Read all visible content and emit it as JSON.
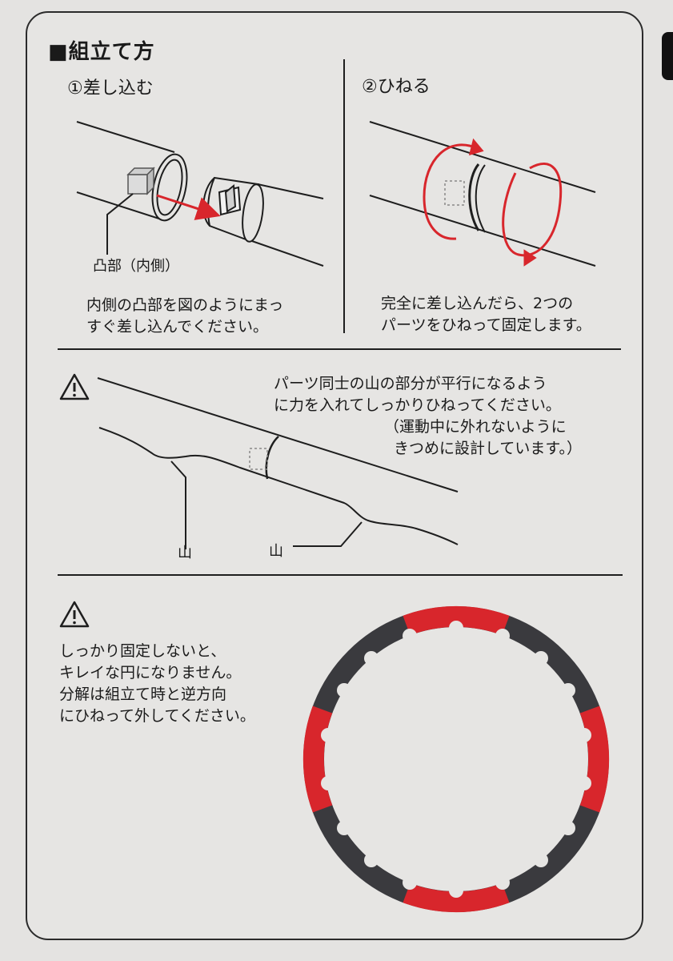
{
  "title": "■組立て方",
  "step1": {
    "heading": "①差し込む",
    "label": "凸部（内側）",
    "desc": [
      "内側の凸部を図のようにまっ",
      "すぐ差し込んでください。"
    ]
  },
  "step2": {
    "heading": "②ひねる",
    "desc": [
      "完全に差し込んだら、2つの",
      "パーツをひねって固定します。"
    ]
  },
  "caution1": {
    "text": [
      "パーツ同士の山の部分が平行になるよう",
      "に力を入れてしっかりひねってください。",
      "（運動中に外れないように",
      "きつめに設計しています。）"
    ],
    "mountain_label_left": "山",
    "mountain_label_right": "山"
  },
  "caution2": {
    "text": [
      "しっかり固定しないと、",
      "キレイな円になりません。",
      "分解は組立て時と逆方向",
      "にひねって外してください。"
    ]
  },
  "colors": {
    "accent_red": "#d8262c",
    "hoop_dark": "#3a3a3e",
    "line": "#1e1e1e"
  },
  "icons": [
    "warning-icon",
    "warning-icon"
  ]
}
